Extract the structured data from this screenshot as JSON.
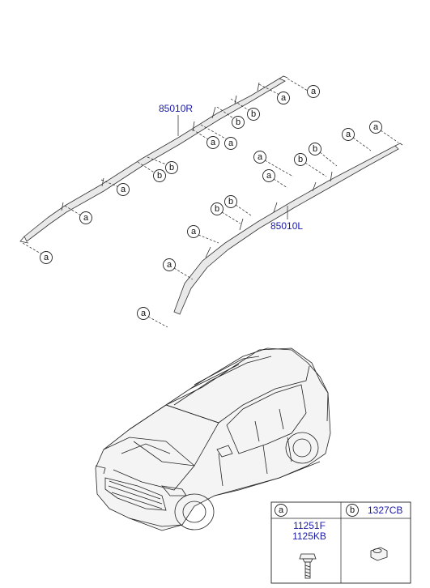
{
  "parts": {
    "right_curtain_airbag": "85010R",
    "left_curtain_airbag": "85010L"
  },
  "callouts": {
    "a": "a",
    "b": "b"
  },
  "legend": {
    "a_key": "a",
    "a_parts": [
      "11251F",
      "1125KB"
    ],
    "b_key": "b",
    "b_part": "1327CB"
  }
}
